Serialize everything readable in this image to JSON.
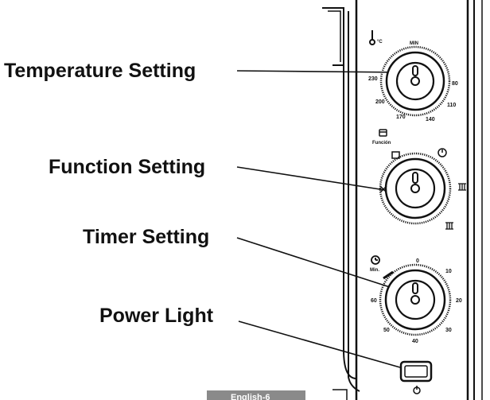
{
  "callouts": {
    "temperature": "Temperature Setting",
    "function": "Function Setting",
    "timer": "Timer Setting",
    "power": "Power Light"
  },
  "temperature_dial": {
    "unit_label": "°C",
    "min_label": "MIN",
    "scale": [
      "230",
      "200",
      "170",
      "140",
      "110",
      "80"
    ]
  },
  "function_dial": {
    "label": "Función"
  },
  "timer_dial": {
    "label": "Min.",
    "scale": [
      "0",
      "10",
      "20",
      "30",
      "40",
      "50",
      "60"
    ]
  },
  "footer": {
    "text": "English-6"
  },
  "icons": {
    "thermometer": "thermometer-icon",
    "function": "oven-icon",
    "timer": "clock-icon",
    "power": "power-icon"
  },
  "colors": {
    "ink": "#111111",
    "footer_bg": "#8a8a8a"
  }
}
